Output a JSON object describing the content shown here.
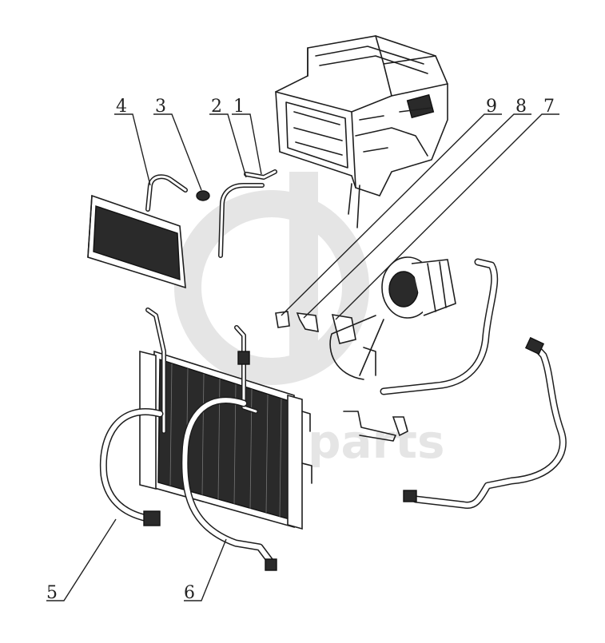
{
  "callouts": [
    {
      "label": "1"
    },
    {
      "label": "2"
    },
    {
      "label": "3"
    },
    {
      "label": "4"
    },
    {
      "label": "5"
    },
    {
      "label": "6"
    },
    {
      "label": "7"
    },
    {
      "label": "8"
    },
    {
      "label": "9"
    }
  ],
  "watermark": {
    "text": "parts"
  },
  "colors": {
    "line": "#1e1e1e",
    "watermark": "#d0d0d0",
    "background": "#ffffff"
  },
  "icons": [
    "hvac-unit",
    "heater-core",
    "condenser",
    "compressor",
    "hose",
    "bracket"
  ]
}
